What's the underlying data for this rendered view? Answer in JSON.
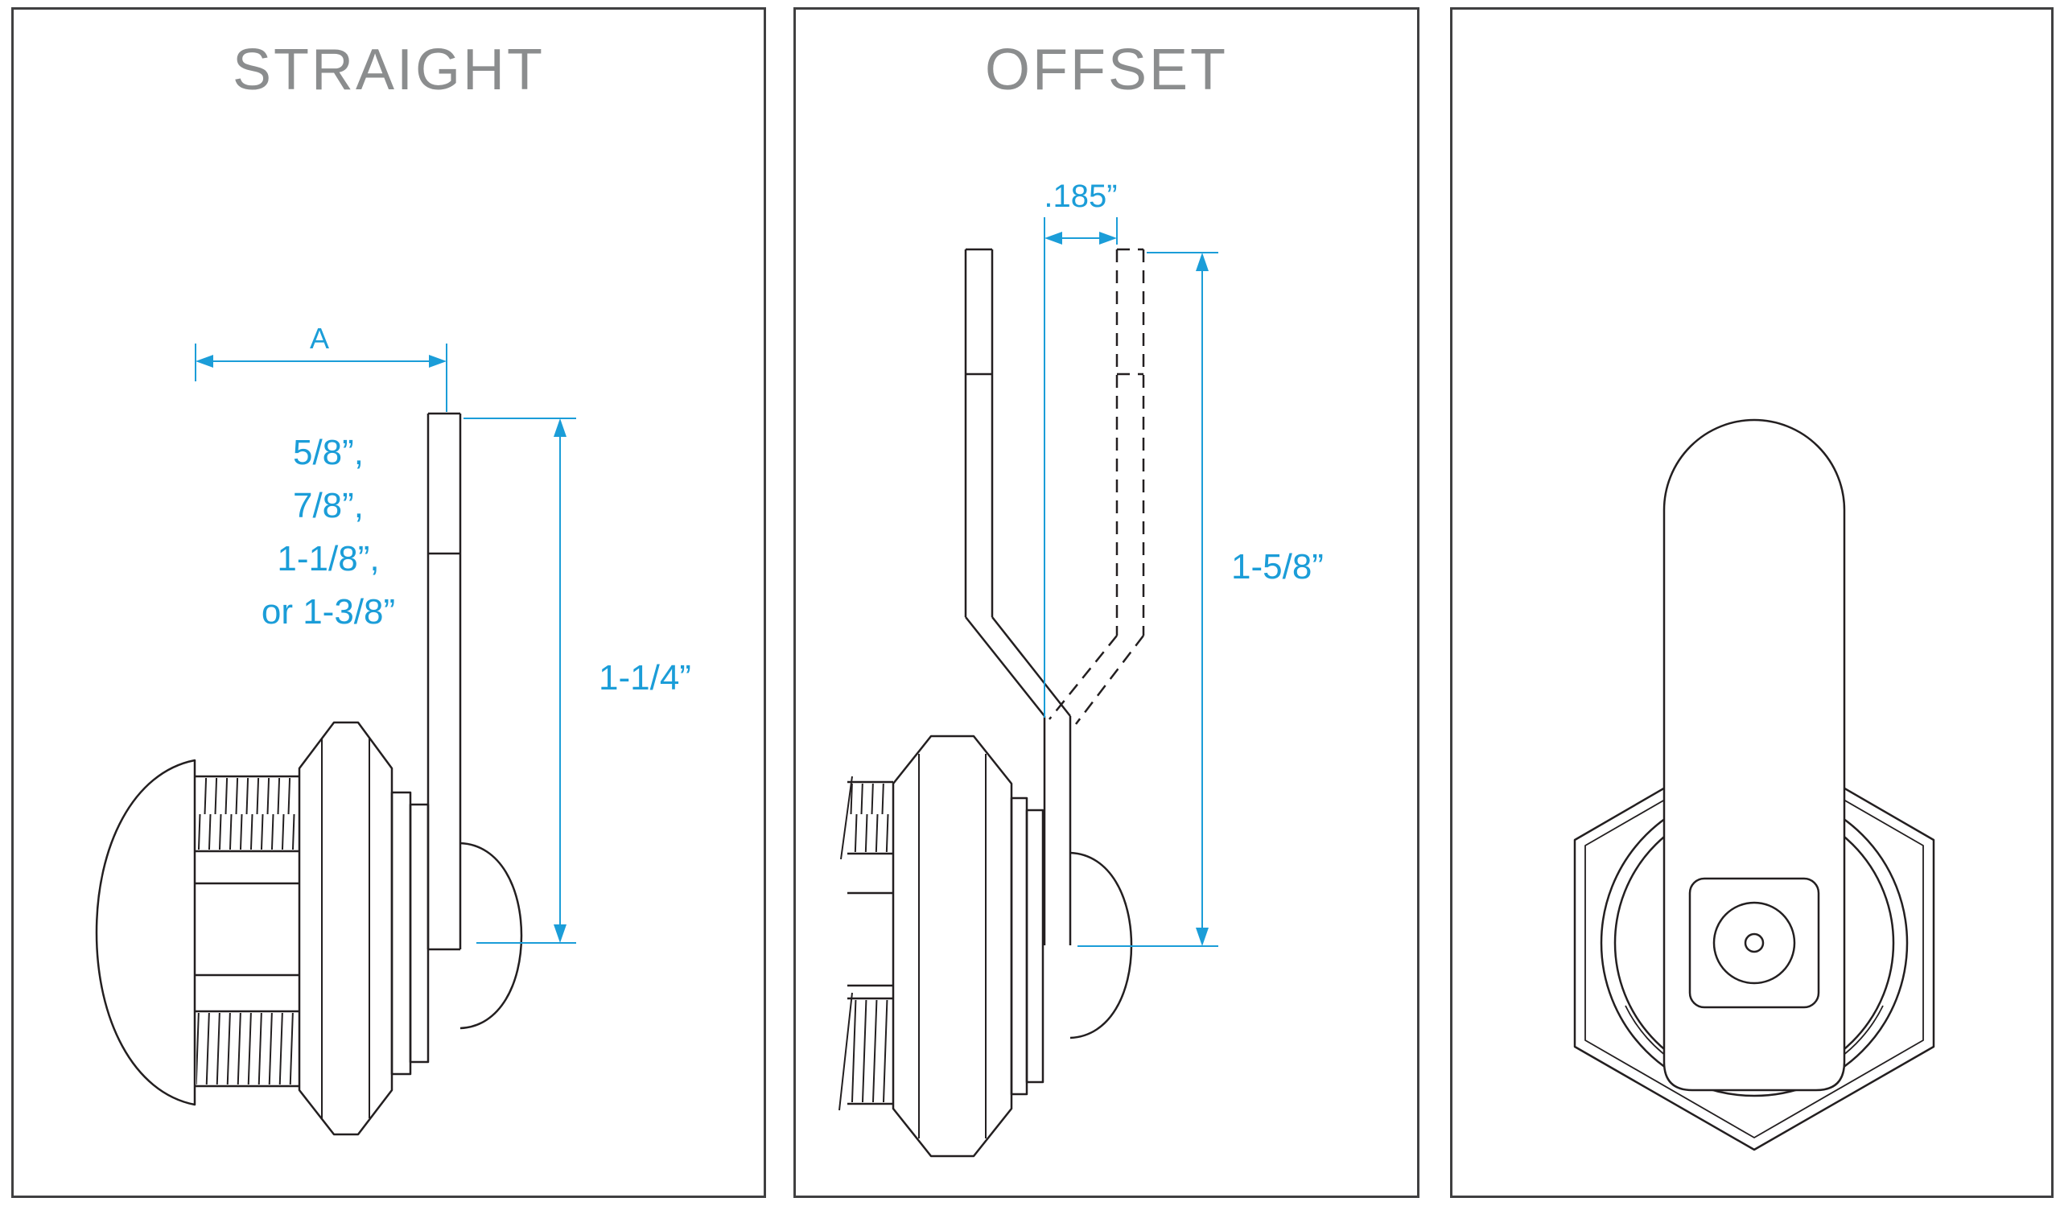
{
  "colors": {
    "line_art": "#231f20",
    "dimension": "#1b9dd8",
    "title": "#8b8d8e",
    "panel_border": "#404041",
    "background": "#ffffff"
  },
  "panels": {
    "straight": {
      "title": "STRAIGHT",
      "dimensions": {
        "cam_length_label": "A",
        "cam_length_options": [
          "5/8”,",
          "7/8”,",
          "1-1/8”,",
          "or 1-3/8”"
        ],
        "cam_height": "1-1/4”"
      }
    },
    "offset": {
      "title": "OFFSET",
      "dimensions": {
        "offset_depth": ".185”",
        "cam_height": "1-5/8”"
      }
    }
  }
}
